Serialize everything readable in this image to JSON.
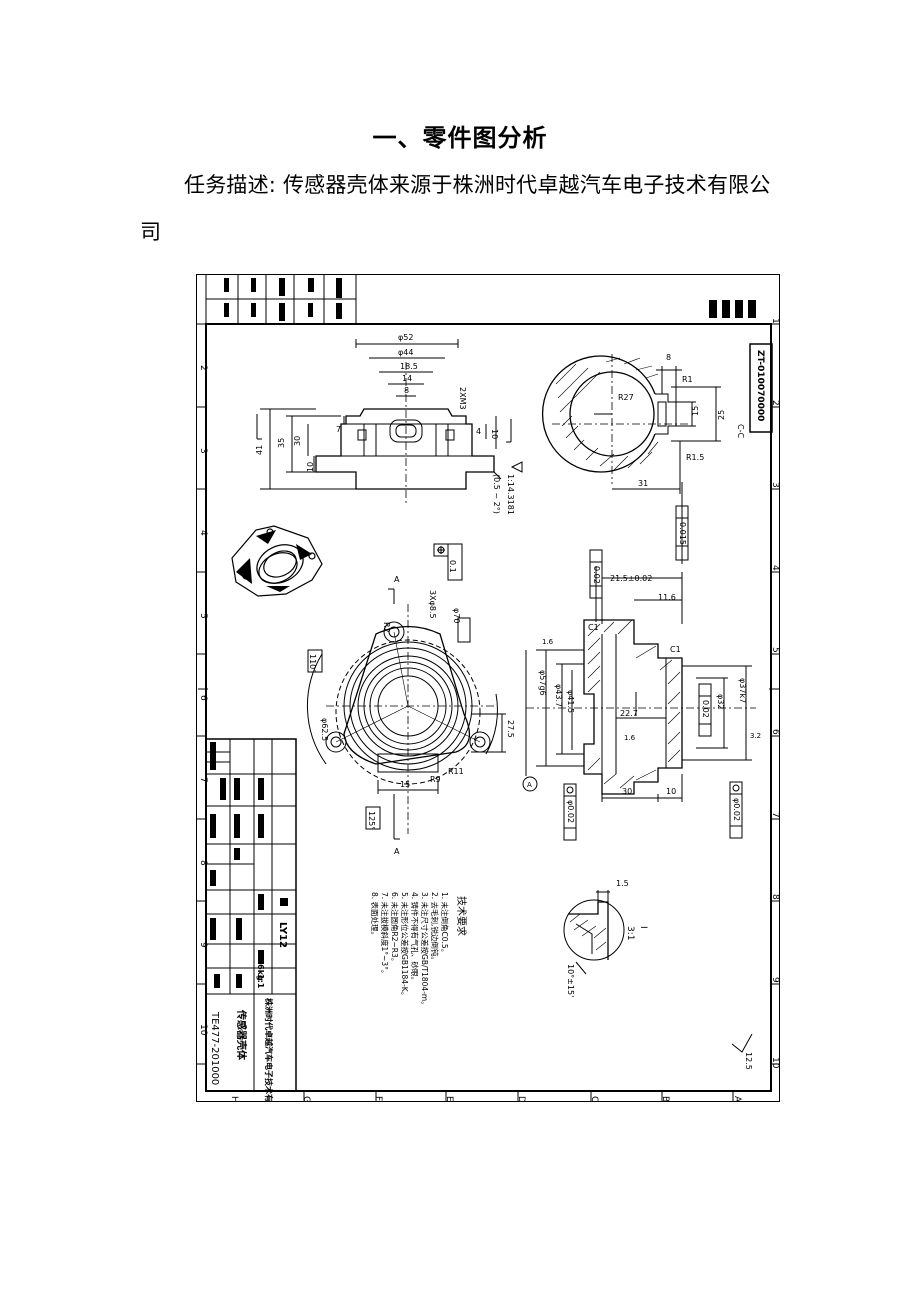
{
  "heading": "一、零件图分析",
  "task": {
    "line1": "任务描述: 传感器壳体来源于株洲时代卓越汽车电子技术有限公",
    "line2": "司"
  },
  "drawing": {
    "top_zones": [
      "1",
      "2",
      "3",
      "4",
      "5",
      "6",
      "7",
      "8",
      "9",
      "10"
    ],
    "bottom_zones": [
      "H",
      "G",
      "F",
      "E",
      "D",
      "C",
      "B",
      "A"
    ],
    "front_dims": {
      "d52": "φ52",
      "d44": "φ44",
      "w18_5": "18.5",
      "w14": "14",
      "w8": "8",
      "h41": "41",
      "h35": "35",
      "h30": "30",
      "h7": "7",
      "h10": "10",
      "h4": "4",
      "h10b": "10",
      "thread": "2XM3",
      "angle": "1:14.3181",
      "angle2": "(0.5 ~ 2°)"
    },
    "section_cc": {
      "label": "C-C",
      "r27": "R27",
      "w8": "8",
      "r1": "R1",
      "d15": "15",
      "d25": "25",
      "r1_5": "R1.5",
      "w31": "31"
    },
    "plan_view": {
      "tol": "0.1",
      "holes": "3Xφ8.5",
      "d70": "φ70",
      "d62_5": "φ62.5",
      "a110": "110°",
      "a125": "125°",
      "w15": "15",
      "r9": "R9",
      "r11": "R11",
      "w27_5": "27.5",
      "r62": "R2"
    },
    "section_view": {
      "flat": "0.015",
      "perp": "0.02",
      "d21_5": "21.5±0.02",
      "w11_6": "11.6",
      "c1a": "C1",
      "c1b": "C1",
      "d57": "φ57g6",
      "d43_7": "φ43.7",
      "d41_5": "φ41.5",
      "d22_7": "22.7",
      "d37": "φ37k7",
      "d32": "φ32",
      "perp2": "0.02",
      "w30": "30",
      "w10": "10",
      "coax1": "φ0.02",
      "coax2": "φ0.02",
      "datum": "A",
      "rough1": "1.6",
      "rough2": "1.6",
      "rough3": "3.2"
    },
    "detail": {
      "w1_5": "1.5",
      "scale": "3:1",
      "label": "I",
      "angle": "10°±15'"
    },
    "notes": {
      "heading": "技术要求",
      "items": [
        "1. 未注倒角C0.5。",
        "2. 去毛刺,锐边倒钝。",
        "3. 未注尺寸公差按GB/T1804-m。",
        "4. 铸件不得有气孔、砂眼。",
        "5. 未注形位公差按GB1184-K。",
        "6. 未注圆角R2~R3。",
        "7. 未注拔模斜度1°~3°。",
        "8. 表面处理。"
      ]
    },
    "title_block": {
      "drawing_no": "TE477-201000",
      "part_name": "传感器壳体",
      "material": "LY12",
      "company": "株洲时代卓越汽车电子技术有限公司",
      "weight": "0.16kg",
      "scale": "1:1",
      "stamp": "ZT-010070000"
    },
    "surface": "12.5"
  }
}
